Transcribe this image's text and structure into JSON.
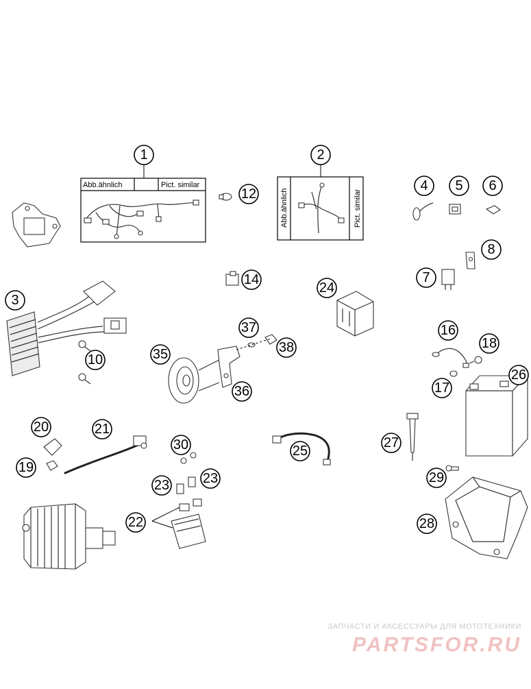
{
  "box_labels": {
    "box1_left": "Abb.ähnlich",
    "box1_right": "Pict. similar",
    "box2_left": "Abb.ähnlich",
    "box2_right": "Pict. similar"
  },
  "callouts": [
    "1",
    "2",
    "3",
    "4",
    "5",
    "6",
    "7",
    "8",
    "10",
    "12",
    "14",
    "16",
    "17",
    "18",
    "19",
    "20",
    "21",
    "22",
    "23",
    "23",
    "24",
    "25",
    "26",
    "27",
    "28",
    "29",
    "30",
    "35",
    "36",
    "37",
    "38"
  ],
  "watermark": {
    "line1": "ЗАПЧАСТИ И АКСЕССУАРЫ ДЛЯ МОТОТЕХНИКИ",
    "logo": "PARTSFOR.RU"
  }
}
